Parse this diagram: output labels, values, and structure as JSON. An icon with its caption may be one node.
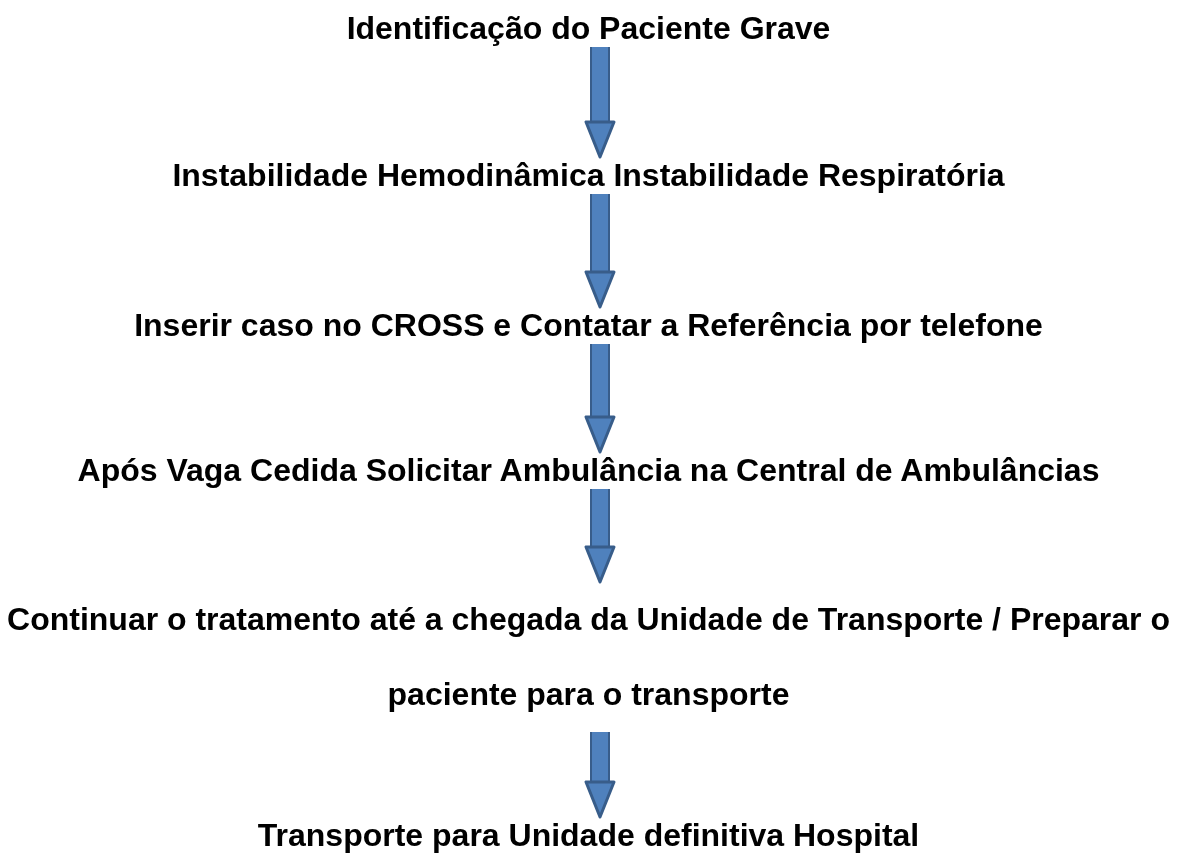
{
  "diagram": {
    "nodes": [
      {
        "text": [
          "Identificação do Paciente Grave"
        ]
      },
      {
        "text": [
          "Instabilidade Hemodinâmica Instabilidade Respiratória"
        ]
      },
      {
        "text": [
          "Inserir caso no CROSS e Contatar a Referência por telefone"
        ]
      },
      {
        "text": [
          "Após Vaga Cedida Solicitar Ambulância na Central de Ambulâncias"
        ]
      },
      {
        "text": [
          "Continuar o tratamento até a chegada da Unidade de Transporte / Preparar o paciente para o transporte"
        ]
      },
      {
        "text": [
          "Transporte para Unidade definitiva Hospital"
        ]
      }
    ],
    "edges": [
      {
        "from": 0,
        "to": 1,
        "arrow": "to"
      },
      {
        "from": 1,
        "to": 2,
        "arrow": "to"
      },
      {
        "from": 2,
        "to": 3,
        "arrow": "to"
      },
      {
        "from": 3,
        "to": 4,
        "arrow": "to"
      },
      {
        "from": 4,
        "to": 5,
        "arrow": "to"
      }
    ]
  }
}
